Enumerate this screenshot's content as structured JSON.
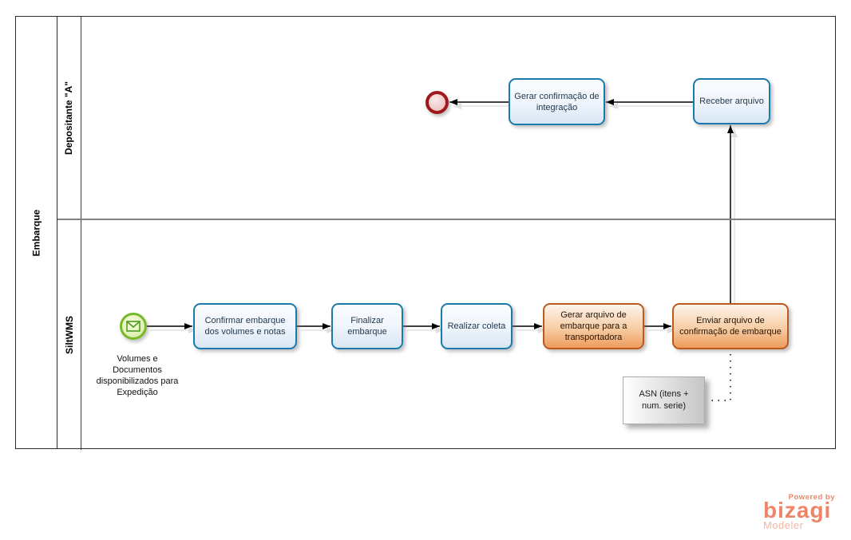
{
  "diagram": {
    "pool_label": "Embarque",
    "lanes": [
      {
        "label": "Depositante \"A\""
      },
      {
        "label": "SiltWMS"
      }
    ],
    "tasks": [
      {
        "label": "Gerar confirmação de integração",
        "style": "blue",
        "lane": "Depositante \"A\""
      },
      {
        "label": "Receber arquivo",
        "style": "blue",
        "lane": "Depositante \"A\""
      },
      {
        "label": "Confirmar embarque dos volumes e notas",
        "style": "blue",
        "lane": "SiltWMS"
      },
      {
        "label": "Finalizar embarque",
        "style": "blue",
        "lane": "SiltWMS"
      },
      {
        "label": "Realizar coleta",
        "style": "blue",
        "lane": "SiltWMS"
      },
      {
        "label": "Gerar arquivo de embarque para a transportadora",
        "style": "orange",
        "lane": "SiltWMS"
      },
      {
        "label": "Enviar arquivo de confirmação de embarque",
        "style": "orange",
        "lane": "SiltWMS"
      }
    ],
    "start_event": {
      "type": "message-start",
      "label": "Volumes e Documentos disponibilizados para Expedição"
    },
    "end_event": {
      "type": "end"
    },
    "annotation": {
      "label": "ASN (itens + num. serie)"
    }
  },
  "branding": {
    "powered_by": "Powered by",
    "name": "bizagi",
    "product": "Modeler"
  },
  "colors": {
    "pool_border": "#2b2b2b",
    "lane_divider": "#808080",
    "task_blue_border": "#1b7aab",
    "task_blue_fill_top": "#fbfdff",
    "task_blue_fill_bottom": "#d8e6f5",
    "task_orange_border": "#bb5a1e",
    "task_orange_fill_top": "#fdf4ec",
    "task_orange_fill_bottom": "#ee9c5d",
    "start_border": "#79b828",
    "start_fill": "#ddefb1",
    "start_icon": "#4f9c21",
    "end_border": "#9e191c",
    "end_fill": "#eec1c1",
    "annotation_fill_left": "#ffffff",
    "annotation_fill_right": "#c6c6c6",
    "connector": "#000000",
    "brand_coral": "#ee8468",
    "brand_light": "#f6b5a6"
  }
}
